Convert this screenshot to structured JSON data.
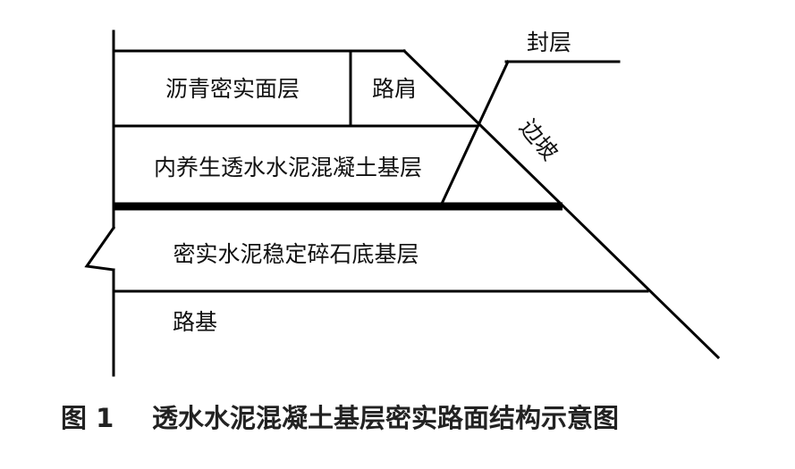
{
  "layers": {
    "asphalt_surface": "沥青密实面层",
    "shoulder": "路肩",
    "base": "内养生透水水泥混凝土基层",
    "subbase": "密实水泥稳定碎石底基层",
    "subgrade": "路基"
  },
  "callouts": {
    "seal": "封层",
    "slope": "边坡"
  },
  "caption": {
    "figure_number": "图 1",
    "title": "透水水泥混凝土基层密实路面结构示意图"
  }
}
